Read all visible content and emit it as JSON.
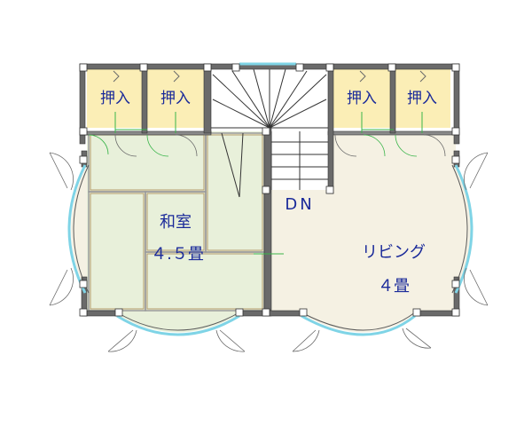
{
  "rooms": {
    "closet_1": "押入",
    "closet_2": "押入",
    "closet_3": "押入",
    "closet_4": "押入",
    "washitsu_name": "和室",
    "washitsu_size": "４.５畳",
    "living_name": "リビング",
    "living_size": "４畳"
  },
  "stairs": {
    "direction": "DN"
  },
  "colors": {
    "wall": "#5a5a5a",
    "closet_fill": "#fbeeb6",
    "tatami_fill": "#e8f0da",
    "living_fill": "#f5f1e3",
    "label": "#1a2a9a",
    "window": "#7fd4e6"
  }
}
